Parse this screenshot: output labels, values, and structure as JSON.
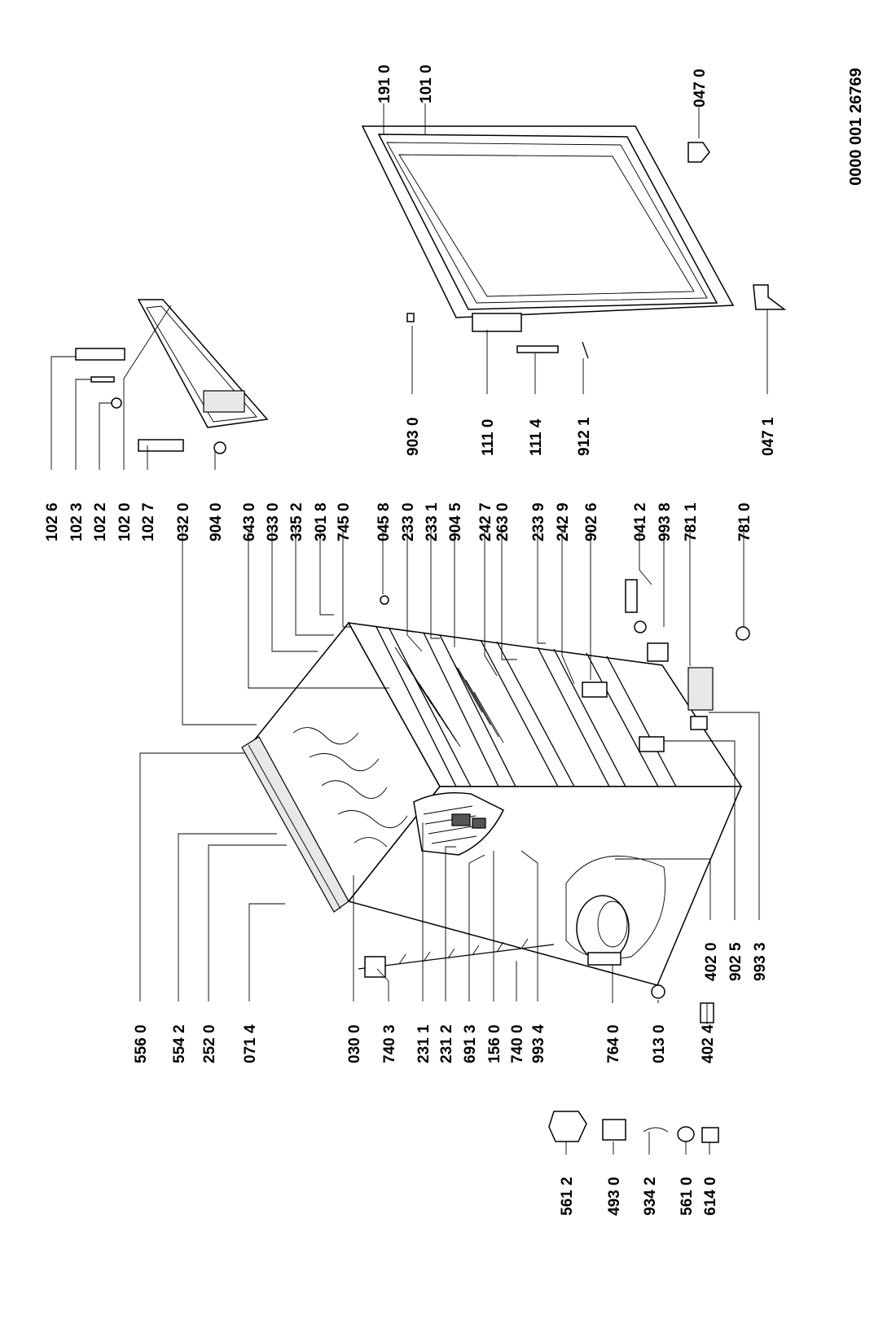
{
  "document_id": "0000 001 26769",
  "labels": {
    "top": [
      "102 6",
      "102 3",
      "102 2",
      "102 0",
      "102 7",
      "904 0",
      "032 0",
      "643 0",
      "033 0",
      "335 2",
      "301 8",
      "745 0",
      "045 8",
      "233 0",
      "233 1",
      "904 5",
      "242 7",
      "263 0",
      "233 9",
      "242 9",
      "902 6",
      "041 2",
      "993 8",
      "781 1",
      "781 0"
    ],
    "right_top": [
      "191 0",
      "101 0",
      "047 0"
    ],
    "right_bottom": [
      "903 0",
      "111 0",
      "111 4",
      "912 1",
      "047 1"
    ],
    "bottom": [
      "556 0",
      "554 2",
      "252 0",
      "071 4",
      "030 0",
      "740 3",
      "231 1",
      "231 2",
      "691 3",
      "156 0",
      "740 0",
      "993 4",
      "764 0",
      "013 0",
      "402 4"
    ],
    "lower_mid": [
      "402 0",
      "902 5",
      "993 3"
    ],
    "far_bottom": [
      "561 2",
      "493 0",
      "934 2",
      "561 0",
      "614 0"
    ]
  }
}
